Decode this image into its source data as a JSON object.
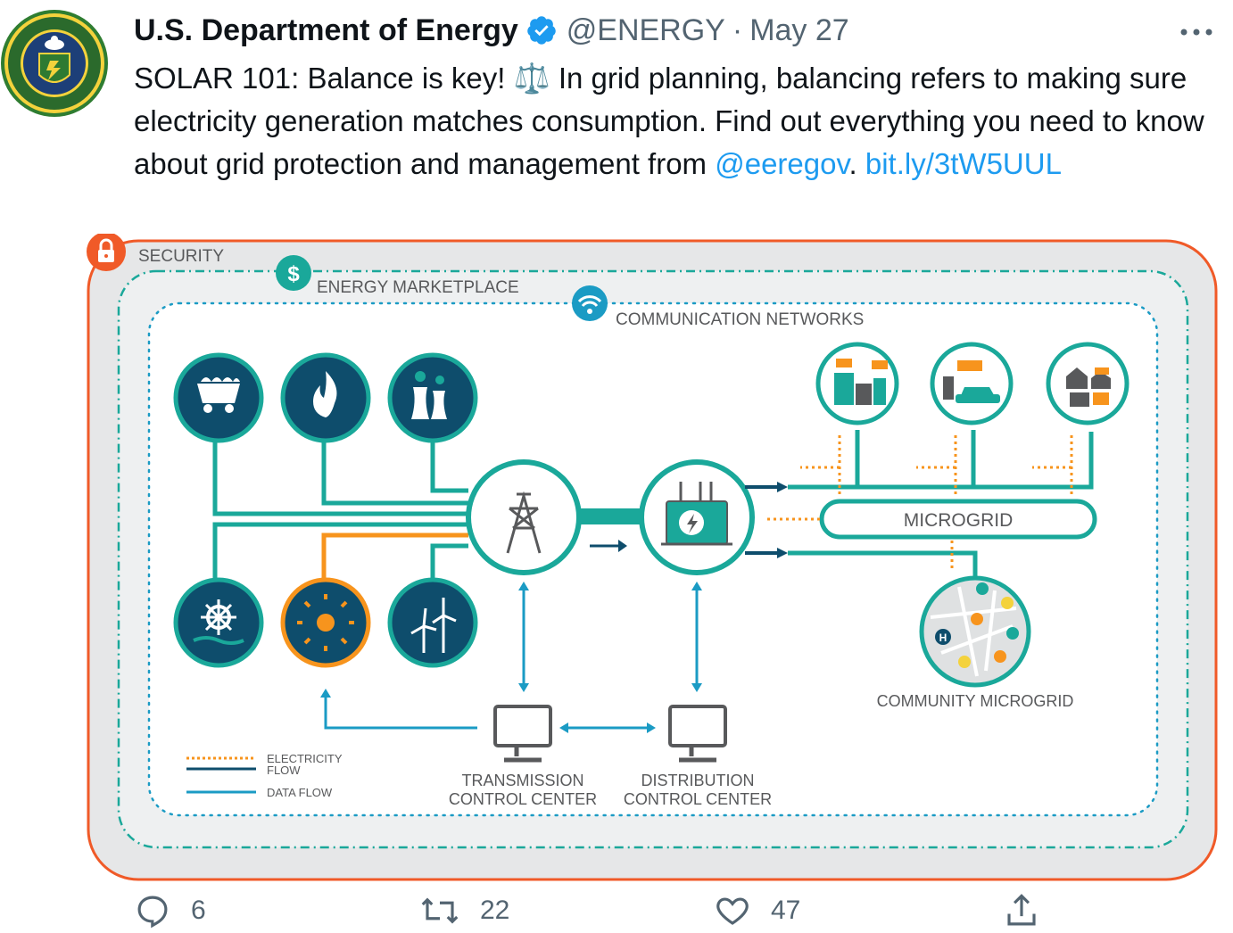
{
  "tweet": {
    "author_name": "U.S. Department of Energy",
    "handle": "@ENERGY",
    "separator": "·",
    "date": "May 27",
    "text_parts": {
      "p1": "SOLAR 101: Balance is key! ",
      "emoji": "⚖️",
      "p2": " In grid planning, balancing refers to making sure electricity generation matches consumption. Find out everything you need to know about grid protection and management from ",
      "mention": "@eeregov",
      "p3": ". ",
      "link": "bit.ly/3tW5UUL"
    }
  },
  "diagram": {
    "labels": {
      "security": "SECURITY",
      "energy_marketplace": "ENERGY MARKETPLACE",
      "communication_networks": "COMMUNICATION NETWORKS",
      "microgrid": "MICROGRID",
      "community_microgrid": "COMMUNITY MICROGRID",
      "transmission_line1": "TRANSMISSION",
      "transmission_line2": "CONTROL CENTER",
      "distribution_line1": "DISTRIBUTION",
      "distribution_line2": "CONTROL CENTER",
      "legend_electricity_line1": "ELECTRICITY",
      "legend_electricity_line2": "FLOW",
      "legend_data": "DATA FLOW"
    },
    "colors": {
      "frame_orange": "#f05a28",
      "teal": "#1aa89a",
      "navy": "#0e4d6c",
      "cyan": "#1b9bc4",
      "orange": "#f7941d",
      "gray_bg": "#e6e7e8",
      "text_gray": "#58595b"
    },
    "icons": [
      "lock-icon",
      "dollar-icon",
      "wifi-icon",
      "coal-cart-icon",
      "flame-icon",
      "power-plant-icon",
      "hydro-icon",
      "sun-icon",
      "wind-turbine-icon",
      "transmission-tower-icon",
      "substation-icon",
      "buildings-solar-icon",
      "ev-charging-icon",
      "houses-solar-icon",
      "map-pins-icon",
      "computer-icon"
    ]
  },
  "actions": {
    "reply_count": "6",
    "retweet_count": "22",
    "like_count": "47"
  }
}
